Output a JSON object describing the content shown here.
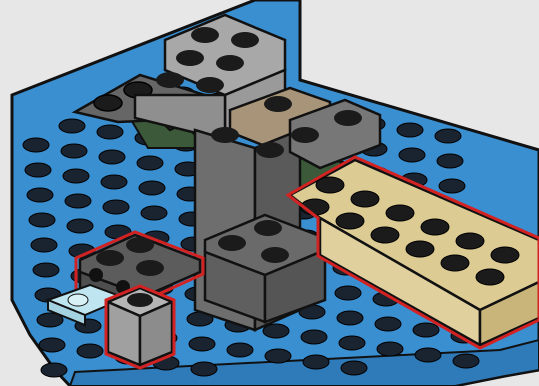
{
  "scene": {
    "description": "",
    "palette": {
      "background": "#e7e7e7",
      "baseplate": "#3a8fd1",
      "baseplate_shade": "#2f7ab8",
      "outline": "#111111",
      "dark_gray": "#666666",
      "dark_gray_side": "#4e4e4e",
      "light_gray": "#a8a8a8",
      "light_gray_side": "#8f8f8f",
      "tan": "#dccb93",
      "tan_side": "#c9b57a",
      "tan_dark": "#a89478",
      "dark_green": "#3c5a3a",
      "trans_light_blue": "#bfe6f0",
      "stud_black": "#1b1b1b",
      "highlight_red": "#d22222"
    },
    "highlighted_parts": [
      {
        "name": "tan-brick-2x6"
      },
      {
        "name": "dark-gray-brick-with-pins"
      },
      {
        "name": "light-gray-brick-1x1"
      }
    ]
  }
}
